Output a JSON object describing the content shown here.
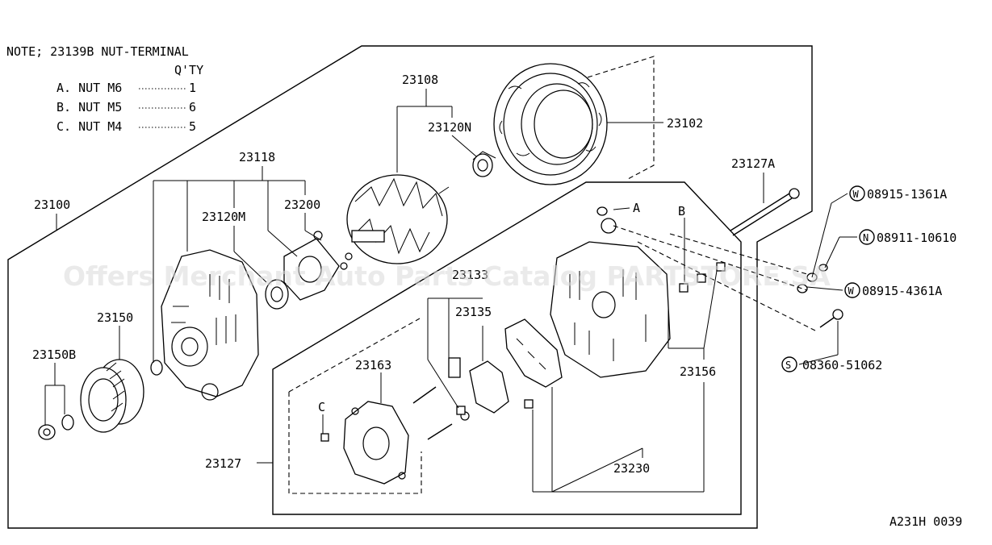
{
  "note": {
    "title": "NOTE; 23139B NUT-TERMINAL",
    "qty_header": "Q'TY",
    "items": [
      {
        "name": "A. NUT M6",
        "qty": "1"
      },
      {
        "name": "B. NUT M5",
        "qty": "6"
      },
      {
        "name": "C. NUT M4",
        "qty": "5"
      }
    ]
  },
  "labels": {
    "l23100": "23100",
    "l23118": "23118",
    "l23108": "23108",
    "l23120N": "23120N",
    "l23102": "23102",
    "l23127A": "23127A",
    "l23120M": "23120M",
    "l23200": "23200",
    "l23150": "23150",
    "l23150B": "23150B",
    "l23133": "23133",
    "l23135": "23135",
    "l23163": "23163",
    "l23156": "23156",
    "l23127": "23127",
    "l23230": "23230",
    "lA": "A",
    "lB": "B",
    "lC": "C"
  },
  "fasteners": [
    {
      "symbol": "W",
      "code": "08915-1361A"
    },
    {
      "symbol": "N",
      "code": "08911-10610"
    },
    {
      "symbol": "W",
      "code": "08915-4361A"
    },
    {
      "symbol": "S",
      "code": "08360-51062"
    }
  ],
  "watermark": "Offers Merchant Auto Parts Catalog PARTSTORE.SA",
  "diagram_code": "A231H 0039"
}
